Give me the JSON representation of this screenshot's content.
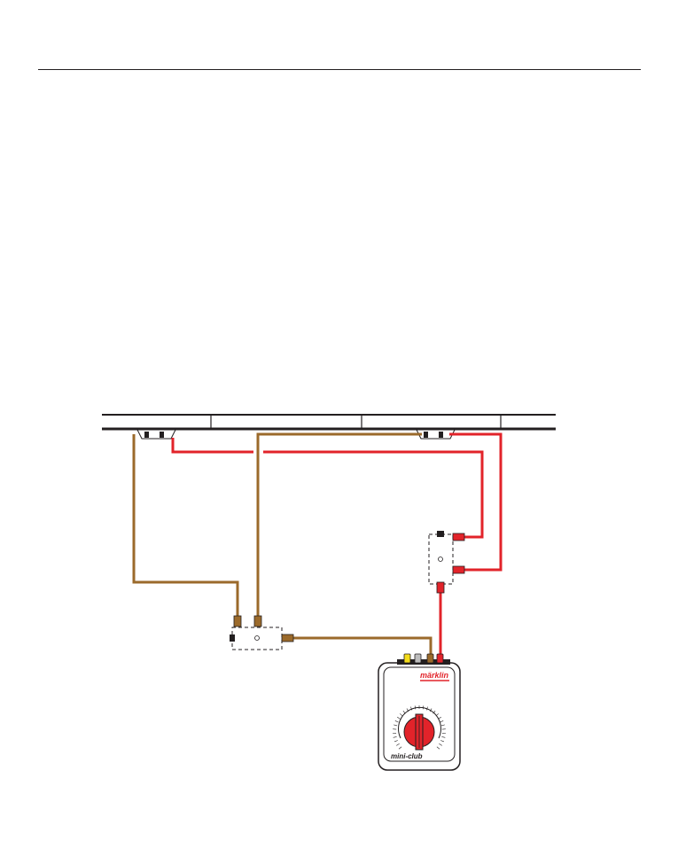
{
  "colors": {
    "ink": "#231f20",
    "brown": "#9b6a2b",
    "red": "#e2232a",
    "yellow": "#f4dc1a",
    "grey": "#bdbdbd"
  },
  "transformer": {
    "brand": "märklin",
    "model": "mini-club"
  },
  "icons": {
    "track": "rail-track",
    "feeder": "feeder-clip",
    "distributor": "distribution-strip",
    "transformer": "speed-controller",
    "knob": "control-knob"
  }
}
